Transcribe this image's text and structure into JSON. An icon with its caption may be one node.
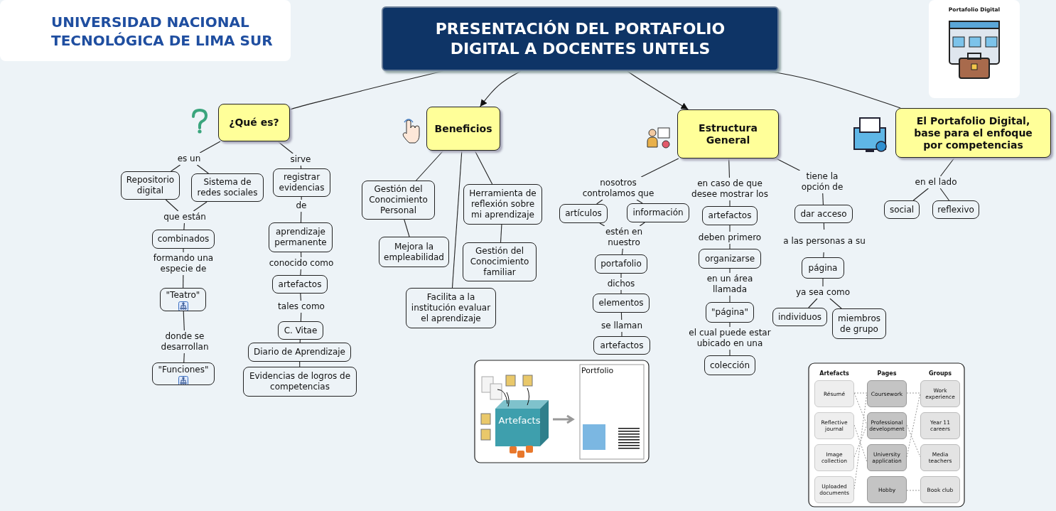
{
  "diagram": {
    "nodes": [
      {
        "text": [
          "PRESENTACIÓN DEL PORTAFOLIO DIGITAL A DOCENTES UNTELS"
        ]
      },
      {
        "text": [
          "¿Qué es?"
        ]
      },
      {
        "text": [
          "Beneficios"
        ]
      },
      {
        "text": [
          "Estructura General"
        ]
      },
      {
        "text": [
          "El Portafolio Digital, base para el enfoque por competencias"
        ]
      },
      {
        "text": [
          "es un"
        ]
      },
      {
        "text": [
          "Repositorio digital"
        ]
      },
      {
        "text": [
          "Sistema de redes sociales"
        ]
      },
      {
        "text": [
          "que están"
        ]
      },
      {
        "text": [
          "combinados"
        ]
      },
      {
        "text": [
          "formando una especie de"
        ]
      },
      {
        "text": [
          "\"Teatro\""
        ]
      },
      {
        "text": [
          "donde se desarrollan"
        ]
      },
      {
        "text": [
          "\"Funciones\""
        ]
      },
      {
        "text": [
          "sirve"
        ]
      },
      {
        "text": [
          "registrar evidencias"
        ]
      },
      {
        "text": [
          "de"
        ]
      },
      {
        "text": [
          "aprendizaje permanente"
        ]
      },
      {
        "text": [
          "conocido como"
        ]
      },
      {
        "text": [
          "artefactos"
        ]
      },
      {
        "text": [
          "tales como"
        ]
      },
      {
        "text": [
          "C. Vitae"
        ]
      },
      {
        "text": [
          "Diario de Aprendizaje"
        ]
      },
      {
        "text": [
          "Evidencias de logros de competencias"
        ]
      },
      {
        "text": [
          "Gestión del Conocimiento Personal"
        ]
      },
      {
        "text": [
          "Herramienta de reflexión sobre mi aprendizaje"
        ]
      },
      {
        "text": [
          "Mejora la empleabilidad"
        ]
      },
      {
        "text": [
          "Gestión del Conocimiento familiar"
        ]
      },
      {
        "text": [
          "Facilita a la institución evaluar el aprendizaje"
        ]
      },
      {
        "text": [
          "nosotros controlamos que"
        ]
      },
      {
        "text": [
          "artículos"
        ]
      },
      {
        "text": [
          "información"
        ]
      },
      {
        "text": [
          "estén en nuestro"
        ]
      },
      {
        "text": [
          "portafolio"
        ]
      },
      {
        "text": [
          "dichos"
        ]
      },
      {
        "text": [
          "elementos"
        ]
      },
      {
        "text": [
          "se llaman"
        ]
      },
      {
        "text": [
          "artefactos"
        ]
      },
      {
        "text": [
          "en caso de que desee mostrar los"
        ]
      },
      {
        "text": [
          "artefactos"
        ]
      },
      {
        "text": [
          "deben primero"
        ]
      },
      {
        "text": [
          "organizarse"
        ]
      },
      {
        "text": [
          "en un área llamada"
        ]
      },
      {
        "text": [
          "\"página\""
        ]
      },
      {
        "text": [
          "el cual puede estar ubicado en una"
        ]
      },
      {
        "text": [
          "colección"
        ]
      },
      {
        "text": [
          "tiene la opción de"
        ]
      },
      {
        "text": [
          "dar acceso"
        ]
      },
      {
        "text": [
          "a las personas a su"
        ]
      },
      {
        "text": [
          "página"
        ]
      },
      {
        "text": [
          "ya sea como"
        ]
      },
      {
        "text": [
          "individuos"
        ]
      },
      {
        "text": [
          "miembros de grupo"
        ]
      },
      {
        "text": [
          "en el lado"
        ]
      },
      {
        "text": [
          "social"
        ]
      },
      {
        "text": [
          "reflexivo"
        ]
      }
    ],
    "edges": [
      {
        "from": 0,
        "to": 1,
        "arrow": "none"
      },
      {
        "from": 0,
        "to": 2,
        "arrow": "to"
      },
      {
        "from": 0,
        "to": 3,
        "arrow": "to"
      },
      {
        "from": 0,
        "to": 4,
        "arrow": "none"
      },
      {
        "from": 1,
        "to": 5,
        "arrow": "none"
      },
      {
        "from": 5,
        "to": 6,
        "arrow": "none"
      },
      {
        "from": 5,
        "to": 7,
        "arrow": "none"
      },
      {
        "from": 6,
        "to": 8,
        "arrow": "none"
      },
      {
        "from": 7,
        "to": 8,
        "arrow": "none"
      },
      {
        "from": 8,
        "to": 9,
        "arrow": "none"
      },
      {
        "from": 9,
        "to": 10,
        "arrow": "none"
      },
      {
        "from": 10,
        "to": 11,
        "arrow": "none"
      },
      {
        "from": 11,
        "to": 12,
        "arrow": "none"
      },
      {
        "from": 12,
        "to": 13,
        "arrow": "none"
      },
      {
        "from": 1,
        "to": 14,
        "arrow": "none"
      },
      {
        "from": 14,
        "to": 15,
        "arrow": "none"
      },
      {
        "from": 15,
        "to": 16,
        "arrow": "none"
      },
      {
        "from": 16,
        "to": 17,
        "arrow": "none"
      },
      {
        "from": 17,
        "to": 18,
        "arrow": "none"
      },
      {
        "from": 18,
        "to": 19,
        "arrow": "none"
      },
      {
        "from": 19,
        "to": 20,
        "arrow": "none"
      },
      {
        "from": 20,
        "to": 21,
        "arrow": "none"
      },
      {
        "from": 21,
        "to": 22,
        "arrow": "none"
      },
      {
        "from": 22,
        "to": 23,
        "arrow": "none"
      },
      {
        "from": 2,
        "to": 24,
        "arrow": "none"
      },
      {
        "from": 24,
        "to": 26,
        "arrow": "none"
      },
      {
        "from": 2,
        "to": 28,
        "arrow": "none"
      },
      {
        "from": 2,
        "to": 25,
        "arrow": "none"
      },
      {
        "from": 25,
        "to": 27,
        "arrow": "none"
      },
      {
        "from": 3,
        "to": 29,
        "arrow": "none"
      },
      {
        "from": 29,
        "to": 30,
        "arrow": "none"
      },
      {
        "from": 29,
        "to": 31,
        "arrow": "none"
      },
      {
        "from": 30,
        "to": 32,
        "arrow": "none"
      },
      {
        "from": 31,
        "to": 32,
        "arrow": "none"
      },
      {
        "from": 32,
        "to": 33,
        "arrow": "none"
      },
      {
        "from": 33,
        "to": 34,
        "arrow": "none"
      },
      {
        "from": 34,
        "to": 35,
        "arrow": "none"
      },
      {
        "from": 35,
        "to": 36,
        "arrow": "none"
      },
      {
        "from": 36,
        "to": 37,
        "arrow": "none"
      },
      {
        "from": 3,
        "to": 38,
        "arrow": "none"
      },
      {
        "from": 38,
        "to": 39,
        "arrow": "none"
      },
      {
        "from": 39,
        "to": 40,
        "arrow": "none"
      },
      {
        "from": 40,
        "to": 41,
        "arrow": "none"
      },
      {
        "from": 41,
        "to": 42,
        "arrow": "none"
      },
      {
        "from": 42,
        "to": 43,
        "arrow": "none"
      },
      {
        "from": 43,
        "to": 44,
        "arrow": "none"
      },
      {
        "from": 44,
        "to": 45,
        "arrow": "none"
      },
      {
        "from": 3,
        "to": 46,
        "arrow": "none"
      },
      {
        "from": 46,
        "to": 47,
        "arrow": "none"
      },
      {
        "from": 47,
        "to": 48,
        "arrow": "none"
      },
      {
        "from": 48,
        "to": 49,
        "arrow": "none"
      },
      {
        "from": 49,
        "to": 50,
        "arrow": "none"
      },
      {
        "from": 50,
        "to": 51,
        "arrow": "none"
      },
      {
        "from": 50,
        "to": 52,
        "arrow": "none"
      },
      {
        "from": 4,
        "to": 53,
        "arrow": "none"
      },
      {
        "from": 53,
        "to": 54,
        "arrow": "none"
      },
      {
        "from": 53,
        "to": 55,
        "arrow": "none"
      }
    ],
    "labels": [
      "UNIVERSIDAD NACIONAL TECNOLÓGICA DE LIMA SUR",
      "Portafolio Digital",
      "Artefacts",
      "Portfolio",
      "Artefacts",
      "Pages",
      "Groups",
      "Résumé",
      "Coursework",
      "Work experience",
      "Reflective journal",
      "Professional development",
      "Year 11 careers",
      "Image collection",
      "University application",
      "Media teachers",
      "Uploaded documents",
      "Hobby",
      "Book club"
    ]
  }
}
